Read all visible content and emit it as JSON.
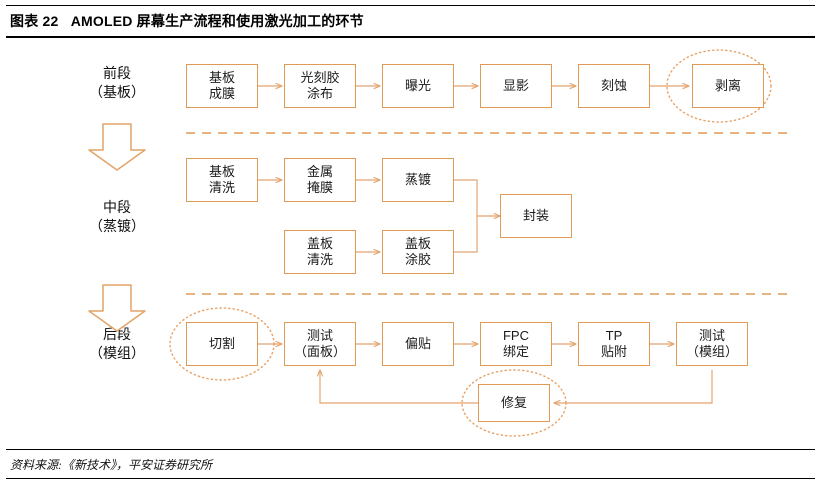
{
  "header": {
    "figure_label": "图表 22",
    "title": "AMOLED 屏幕生产流程和使用激光加工的环节",
    "title_full": "图表 22   AMOLED 屏幕生产流程和使用激光加工的环节"
  },
  "footer": {
    "source": "资料来源:《新技术》，平安证券研究所"
  },
  "colors": {
    "box_border": "#E09A55",
    "connector": "#E3A571",
    "divider": "#E09A55",
    "highlight_ellipse": "#E8A063",
    "text": "#1a1a1a",
    "background": "#ffffff"
  },
  "stages": [
    {
      "name": "front-end",
      "label": "前段\n（基板）"
    },
    {
      "name": "mid-end",
      "label": "中段\n（蒸镀）"
    },
    {
      "name": "back-end",
      "label": "后段\n（模组）"
    }
  ],
  "stage_arrows": [
    {
      "name": "stage-arrow-front-to-mid"
    },
    {
      "name": "stage-arrow-mid-to-back"
    }
  ],
  "dividers": [
    {
      "name": "divider-front-mid"
    },
    {
      "name": "divider-mid-back"
    }
  ],
  "front_end": {
    "nodes": [
      {
        "name": "node-substrate-film",
        "label": "基板\n成膜",
        "highlighted": false
      },
      {
        "name": "node-photoresist-coat",
        "label": "光刻胶\n涂布",
        "highlighted": false
      },
      {
        "name": "node-exposure",
        "label": "曝光",
        "highlighted": false
      },
      {
        "name": "node-develop",
        "label": "显影",
        "highlighted": false
      },
      {
        "name": "node-etch",
        "label": "刻蚀",
        "highlighted": false
      },
      {
        "name": "node-strip",
        "label": "剥离",
        "highlighted": true
      }
    ]
  },
  "mid_end": {
    "nodes_top": [
      {
        "name": "node-substrate-clean",
        "label": "基板\n清洗",
        "highlighted": false
      },
      {
        "name": "node-metal-mask",
        "label": "金属\n掩膜",
        "highlighted": false
      },
      {
        "name": "node-evaporation",
        "label": "蒸镀",
        "highlighted": false
      }
    ],
    "nodes_bottom": [
      {
        "name": "node-cover-clean",
        "label": "盖板\n清洗",
        "highlighted": false
      },
      {
        "name": "node-cover-glue",
        "label": "盖板\n涂胶",
        "highlighted": false
      }
    ],
    "node_merge": {
      "name": "node-encapsulation",
      "label": "封装",
      "highlighted": false
    }
  },
  "back_end": {
    "nodes": [
      {
        "name": "node-cutting",
        "label": "切割",
        "highlighted": true
      },
      {
        "name": "node-test-panel",
        "label": "测试\n（面板）",
        "highlighted": false
      },
      {
        "name": "node-polarizer",
        "label": "偏贴",
        "highlighted": false
      },
      {
        "name": "node-fpc-bonding",
        "label": "FPC\n绑定",
        "highlighted": false
      },
      {
        "name": "node-tp-attach",
        "label": "TP\n贴附",
        "highlighted": false
      },
      {
        "name": "node-test-module",
        "label": "测试\n（模组）",
        "highlighted": false
      }
    ],
    "node_repair": {
      "name": "node-repair",
      "label": "修复",
      "highlighted": true
    }
  }
}
